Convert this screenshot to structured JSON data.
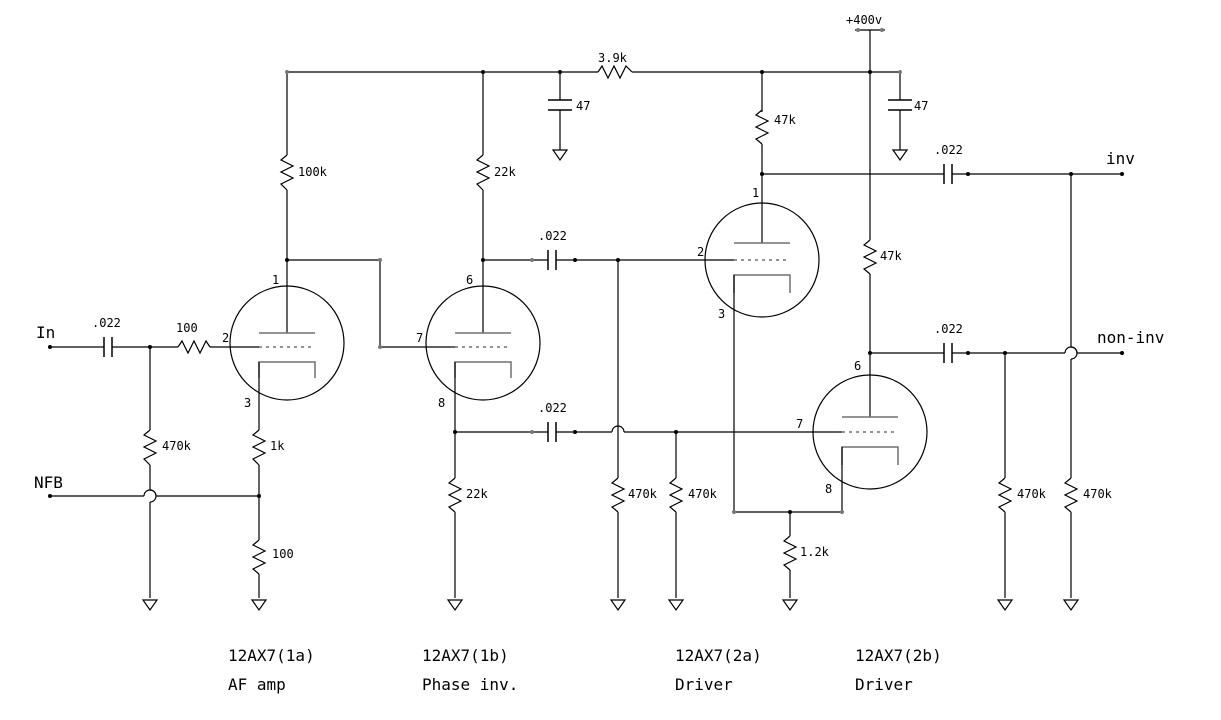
{
  "supply": "+400v",
  "resistors": {
    "r_supply": "3.9k",
    "r_plate_1a": "100k",
    "r_plate_1b": "22k",
    "r_cathode_1b": "22k",
    "r_plate_2a": "47k",
    "r_plate_2b": "47k",
    "r_grid_stop": "100",
    "r_input_grid": "470k",
    "r_cathode_1a": "1k",
    "r_nfb": "100",
    "r_grid_2a": "470k",
    "r_grid_2b": "470k",
    "r_cathode_2": "1.2k",
    "r_out_inv": "470k",
    "r_out_noninv": "470k"
  },
  "capacitors": {
    "c_input": ".022",
    "c_couple_1b_plate": ".022",
    "c_couple_1b_cathode": ".022",
    "c_filter_1": "47",
    "c_filter_2": "47",
    "c_out_inv": ".022",
    "c_out_noninv": ".022"
  },
  "ports": {
    "input": "In",
    "nfb": "NFB",
    "inv": "inv",
    "non_inv": "non-inv"
  },
  "pins": {
    "t1a_plate": "1",
    "t1a_grid": "2",
    "t1a_cathode": "3",
    "t1b_plate": "6",
    "t1b_grid": "7",
    "t1b_cathode": "8",
    "t2a_plate": "1",
    "t2a_grid": "2",
    "t2a_cathode": "3",
    "t2b_plate": "6",
    "t2b_grid": "7",
    "t2b_cathode": "8"
  },
  "stages": [
    {
      "tube": "12AX7(1a)",
      "role": "AF amp"
    },
    {
      "tube": "12AX7(1b)",
      "role": "Phase inv."
    },
    {
      "tube": "12AX7(2a)",
      "role": "Driver"
    },
    {
      "tube": "12AX7(2b)",
      "role": "Driver"
    }
  ]
}
